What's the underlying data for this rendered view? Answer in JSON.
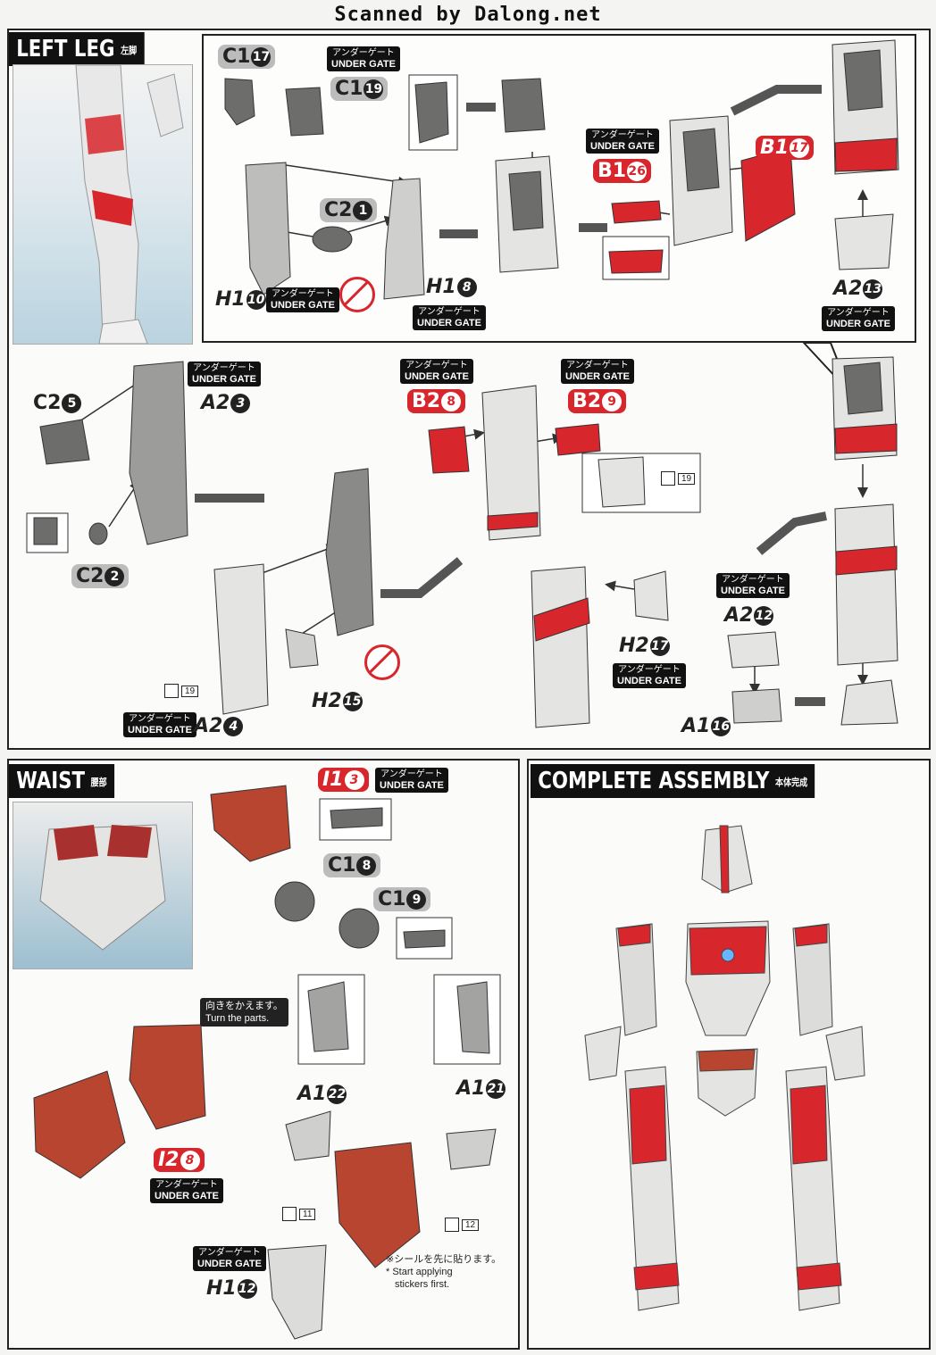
{
  "watermark": "Scanned by Dalong.net",
  "under_gate": {
    "jp": "アンダーゲート",
    "en": "UNDER GATE"
  },
  "left_leg": {
    "title": "LEFT LEG",
    "title_jp": "左脚",
    "parts": {
      "c1_17": {
        "letter": "C1",
        "num": "17"
      },
      "c1_19": {
        "letter": "C1",
        "num": "19"
      },
      "c2_1": {
        "letter": "C2",
        "num": "1"
      },
      "h1_10": {
        "letter": "H1",
        "num": "10"
      },
      "h1_8": {
        "letter": "H1",
        "num": "8"
      },
      "b1_26": {
        "letter": "B1",
        "num": "26"
      },
      "b1_17": {
        "letter": "B1",
        "num": "17"
      },
      "a2_13": {
        "letter": "A2",
        "num": "13"
      },
      "c2_5": {
        "letter": "C2",
        "num": "5"
      },
      "a2_3": {
        "letter": "A2",
        "num": "3"
      },
      "c2_2": {
        "letter": "C2",
        "num": "2"
      },
      "b2_8": {
        "letter": "B2",
        "num": "8"
      },
      "b2_9": {
        "letter": "B2",
        "num": "9"
      },
      "a2_4": {
        "letter": "A2",
        "num": "4"
      },
      "h2_15": {
        "letter": "H2",
        "num": "15"
      },
      "h2_17": {
        "letter": "H2",
        "num": "17"
      },
      "a2_12": {
        "letter": "A2",
        "num": "12"
      },
      "a1_16": {
        "letter": "A1",
        "num": "16"
      }
    },
    "stickers": {
      "s1": "19",
      "s2": "19"
    }
  },
  "waist": {
    "title": "WAIST",
    "title_jp": "腰部",
    "parts": {
      "i1_3": {
        "letter": "I1",
        "num": "3"
      },
      "c1_8": {
        "letter": "C1",
        "num": "8"
      },
      "c1_9": {
        "letter": "C1",
        "num": "9"
      },
      "a1_22": {
        "letter": "A1",
        "num": "22"
      },
      "a1_21": {
        "letter": "A1",
        "num": "21"
      },
      "i2_8": {
        "letter": "I2",
        "num": "8"
      },
      "h1_12": {
        "letter": "H1",
        "num": "12"
      }
    },
    "turn_note": {
      "jp": "向きをかえます。",
      "en": "Turn the parts."
    },
    "sticker_note": {
      "jp": "※シールを先に貼ります。",
      "en1": "* Start applying",
      "en2": "stickers first."
    },
    "stickers": {
      "s1": "11",
      "s2": "12"
    }
  },
  "complete": {
    "title": "COMPLETE ASSEMBLY",
    "title_jp": "本体完成"
  },
  "colors": {
    "red": "#d7262c",
    "grey_part": "#6d6e6c",
    "white_part": "#e4e4e2",
    "dark": "#111111"
  },
  "icons": [
    "no-cut-icon",
    "sticker-icon",
    "arrow-icon"
  ]
}
